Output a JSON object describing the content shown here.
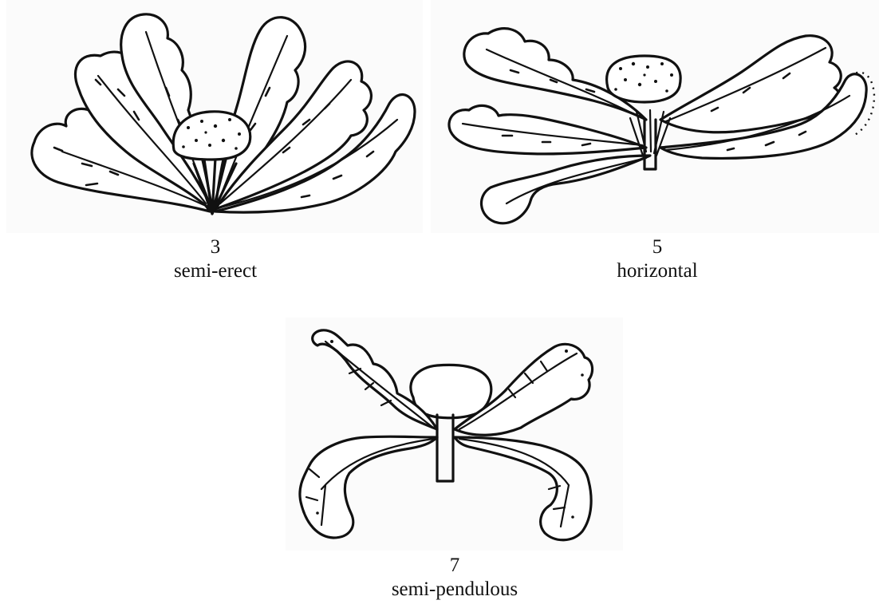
{
  "figures": [
    {
      "number": "3",
      "label": "semi-erect"
    },
    {
      "number": "5",
      "label": "horizontal"
    },
    {
      "number": "7",
      "label": "semi-pendulous"
    }
  ]
}
